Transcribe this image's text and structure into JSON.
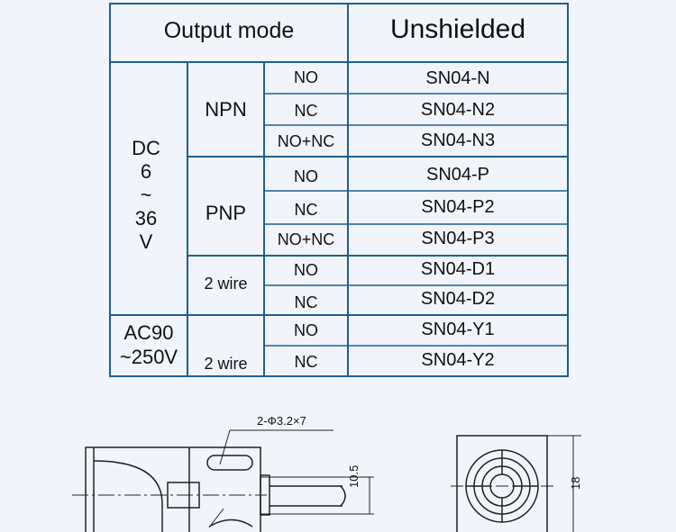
{
  "table": {
    "header": {
      "mode_label": "Output mode",
      "type_label": "Unshielded"
    },
    "dc_group": {
      "lines": [
        "DC",
        "6",
        "~",
        "36",
        "V"
      ]
    },
    "ac_group": {
      "lines": [
        "AC90",
        "~250V"
      ]
    },
    "npn_label": "NPN",
    "pnp_label": "PNP",
    "two_wire_dc_label": "2 wire",
    "two_wire_ac_label": "2 wire",
    "rows": [
      {
        "contact": "NO",
        "model": "SN04-N"
      },
      {
        "contact": "NC",
        "model": "SN04-N2"
      },
      {
        "contact": "NO+NC",
        "model": "SN04-N3"
      },
      {
        "contact": "NO",
        "model": "SN04-P"
      },
      {
        "contact": "NC",
        "model": "SN04-P2"
      },
      {
        "contact": "NO+NC",
        "model": "SN04-P3"
      },
      {
        "contact": "NO",
        "model": "SN04-D1"
      },
      {
        "contact": "NC",
        "model": "SN04-D2"
      },
      {
        "contact": "NO",
        "model": "SN04-Y1"
      },
      {
        "contact": "NC",
        "model": "SN04-Y2"
      }
    ]
  },
  "drawing": {
    "hole_label": "2-Φ3.2×7",
    "dim_height": "10.5",
    "dim_width": "18"
  },
  "colors": {
    "grid_line": "#1e5f93",
    "background": "#f1f5fb",
    "ink": "#111111"
  }
}
